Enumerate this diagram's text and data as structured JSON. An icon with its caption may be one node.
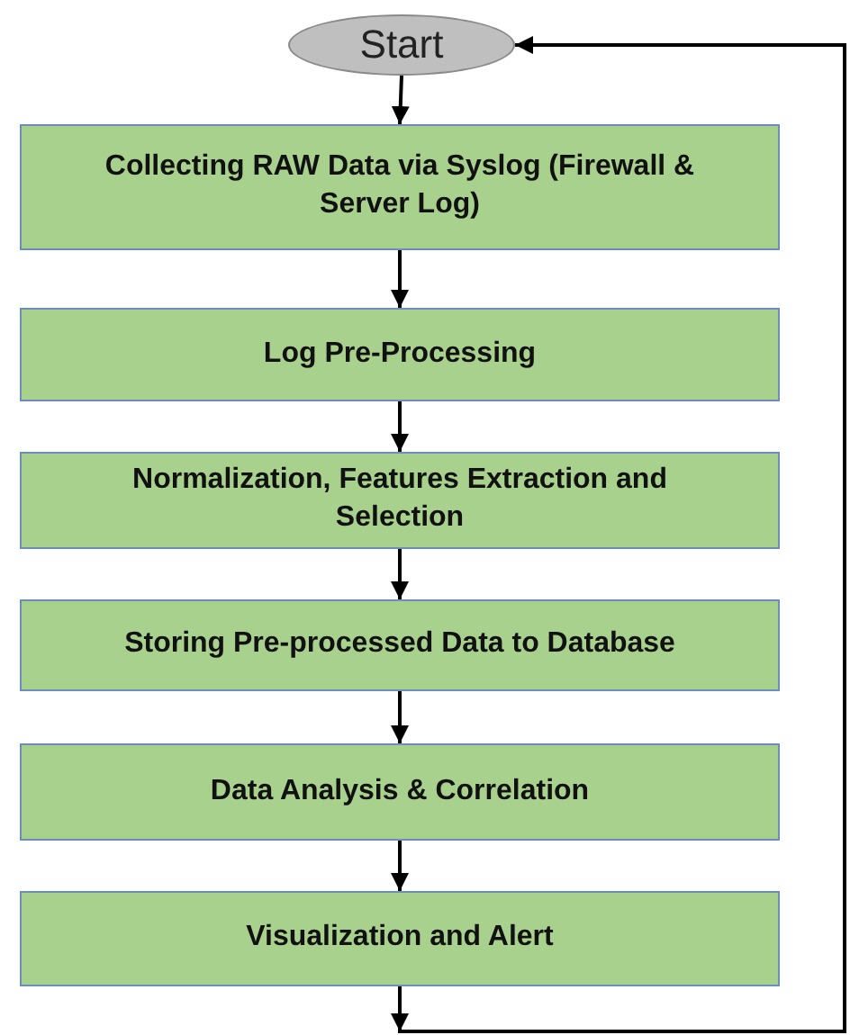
{
  "diagram": {
    "nodes": [
      {
        "text": [
          "Start"
        ]
      },
      {
        "text": [
          "Collecting RAW Data via Syslog (Firewall & Server Log)"
        ]
      },
      {
        "text": [
          "Log Pre-Processing"
        ]
      },
      {
        "text": [
          "Normalization, Features Extraction and Selection"
        ]
      },
      {
        "text": [
          "Storing Pre-processed Data to Database"
        ]
      },
      {
        "text": [
          "Data Analysis & Correlation"
        ]
      },
      {
        "text": [
          "Visualization and Alert"
        ]
      }
    ],
    "edges": [
      {
        "from": 0,
        "to": 1,
        "arrow": "to"
      },
      {
        "from": 1,
        "to": 2,
        "arrow": "to"
      },
      {
        "from": 2,
        "to": 3,
        "arrow": "to"
      },
      {
        "from": 3,
        "to": 4,
        "arrow": "to"
      },
      {
        "from": 4,
        "to": 5,
        "arrow": "to"
      },
      {
        "from": 5,
        "to": 6,
        "arrow": "to"
      },
      {
        "from": 6,
        "to": 0,
        "arrow": "to"
      }
    ]
  }
}
